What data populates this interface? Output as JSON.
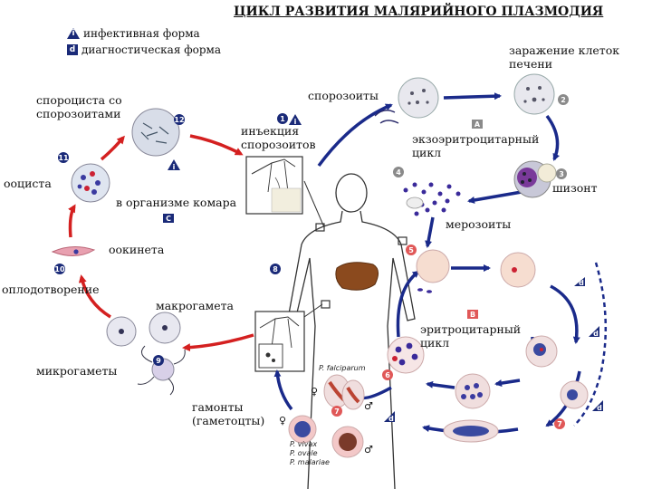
{
  "title": "ЦИКЛ  РАЗВИТИЯ МАЛЯРИЙНОГО ПЛАЗМОДИЯ",
  "legend": [
    {
      "symbol": "i",
      "shape": "triangle",
      "text": "инфективная  форма"
    },
    {
      "symbol": "d",
      "shape": "square",
      "text": "диагностическая форма"
    }
  ],
  "labels": {
    "liver_infection": "заражение клеток\nпечени",
    "sporozoites": "спорозоиты",
    "sporocyst": "спороциста со\nспорозоитами",
    "injection": "инъекция\nспорозоитов",
    "exo_cycle": "экзоэритроцитарный\nцикл",
    "oocyst": "ооциста",
    "in_mosquito": "в организме комара",
    "schizont": "шизонт",
    "merozoites": "мерозоиты",
    "ookinete": "оокинета",
    "fertilization": "оплодотворение",
    "macrogamete": "макрогамета",
    "erythro_cycle": "эритроцитарный\nцикл",
    "microgametes": "микрогаметы",
    "gamonts": "гамонты\n(гаметоцты)"
  },
  "species_top": "P. falciparum",
  "species_bottom": [
    "P. vivax",
    "P. ovale",
    "P. malariae"
  ],
  "stage_numbers": [
    "1",
    "2",
    "3",
    "4",
    "5",
    "6",
    "7",
    "8",
    "9",
    "10",
    "11",
    "12"
  ],
  "phase_letters": [
    "A",
    "B",
    "C"
  ],
  "colors": {
    "arrow_blue": "#1a2a8a",
    "arrow_red": "#d42020",
    "badge_red": "#e05858",
    "badge_gray": "#8a8a8a",
    "badge_navy": "#1a2a78",
    "cell_pink": "#f3c8c8",
    "liver": "#8b4a1e"
  }
}
